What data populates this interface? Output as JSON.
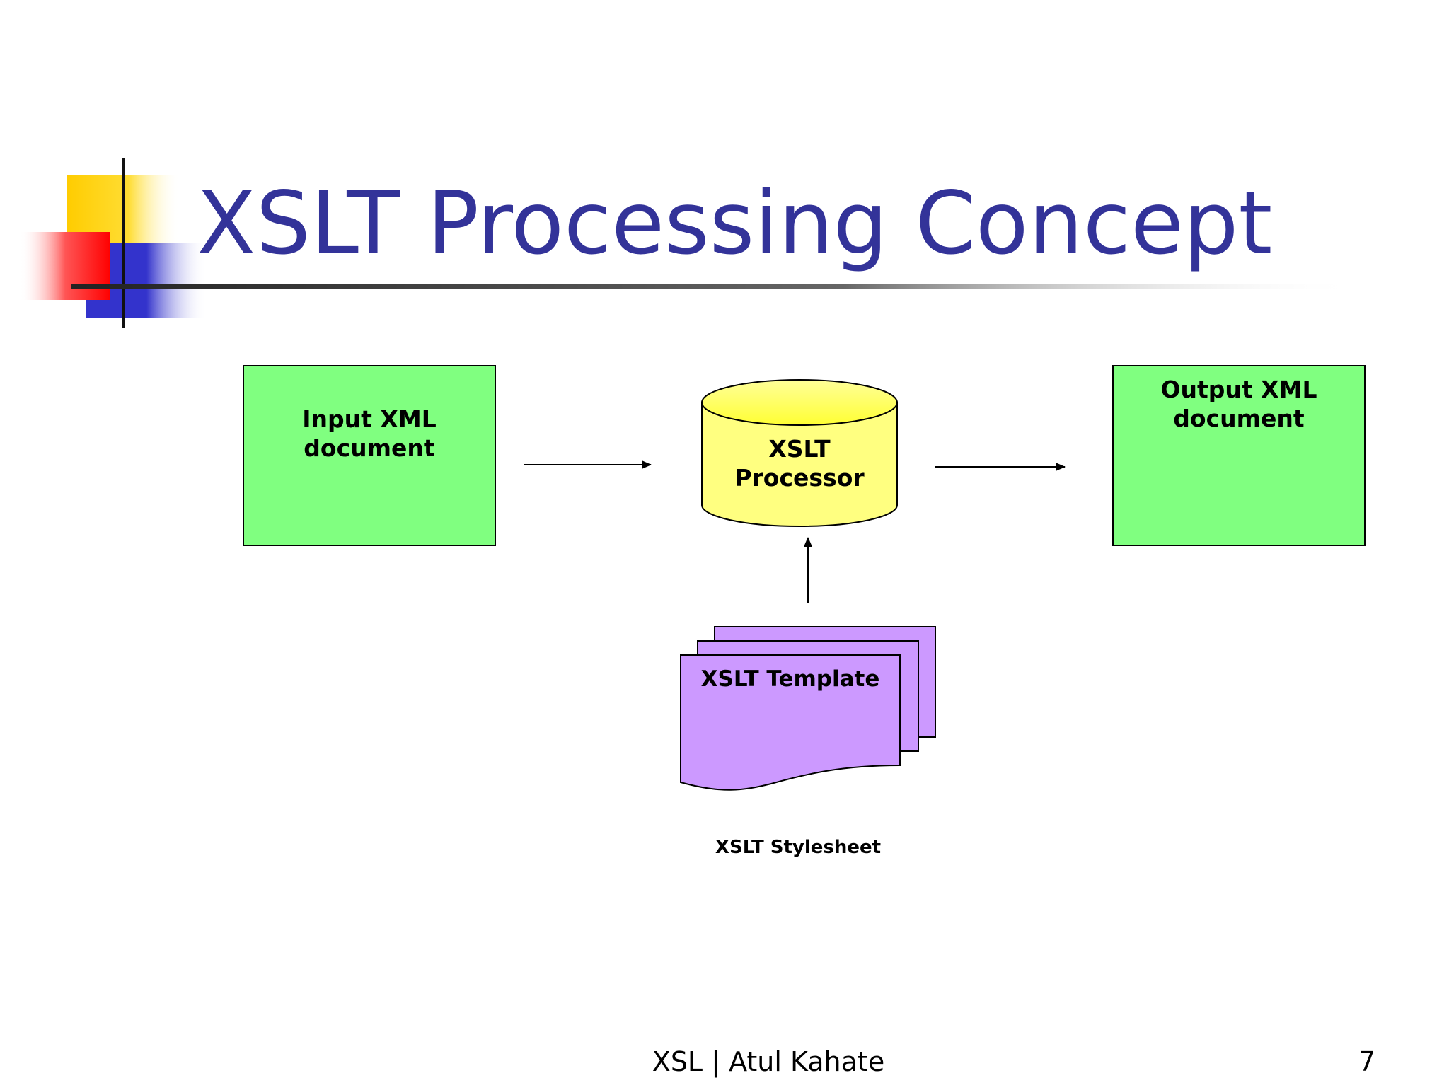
{
  "slide": {
    "title": "XSLT Processing Concept",
    "footer_text": "XSL | Atul Kahate",
    "page_number": "7",
    "title_color": "#333399"
  },
  "diagram": {
    "input_box": {
      "line1": "Input XML",
      "line2": "document",
      "color": "#80FF80"
    },
    "processor": {
      "line1": "XSLT",
      "line2": "Processor",
      "color": "#FFFF80"
    },
    "output_box": {
      "line1": "Output XML",
      "line2": "document",
      "color": "#80FF80"
    },
    "template": {
      "label": "XSLT Template",
      "color": "#CC99FF"
    },
    "stylesheet_caption": "XSLT Stylesheet"
  }
}
